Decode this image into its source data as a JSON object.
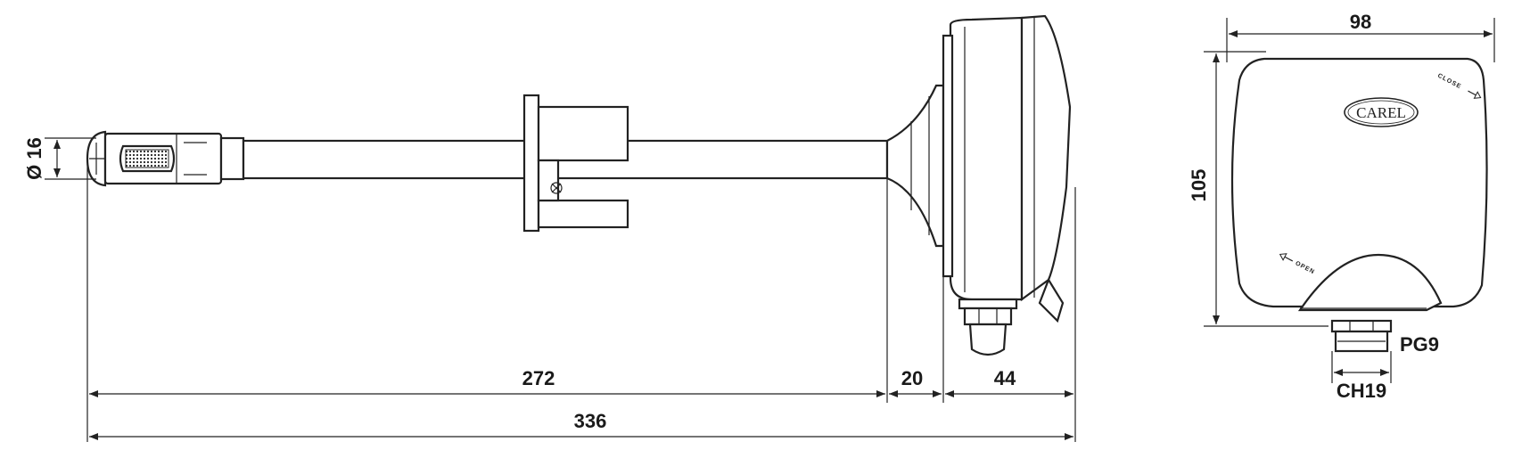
{
  "side_view": {
    "dim_diameter": "Ø 16",
    "dim_probe_length": "272",
    "dim_cone": "20",
    "dim_housing_depth": "44",
    "dim_total_length": "336"
  },
  "front_view": {
    "dim_width": "98",
    "dim_height": "105",
    "logo_text": "CAREL",
    "label_close": "CLOSE",
    "label_open": "OPEN",
    "label_gland": "PG9",
    "label_wrench": "CH19"
  },
  "colors": {
    "line": "#222222",
    "background": "#ffffff"
  }
}
